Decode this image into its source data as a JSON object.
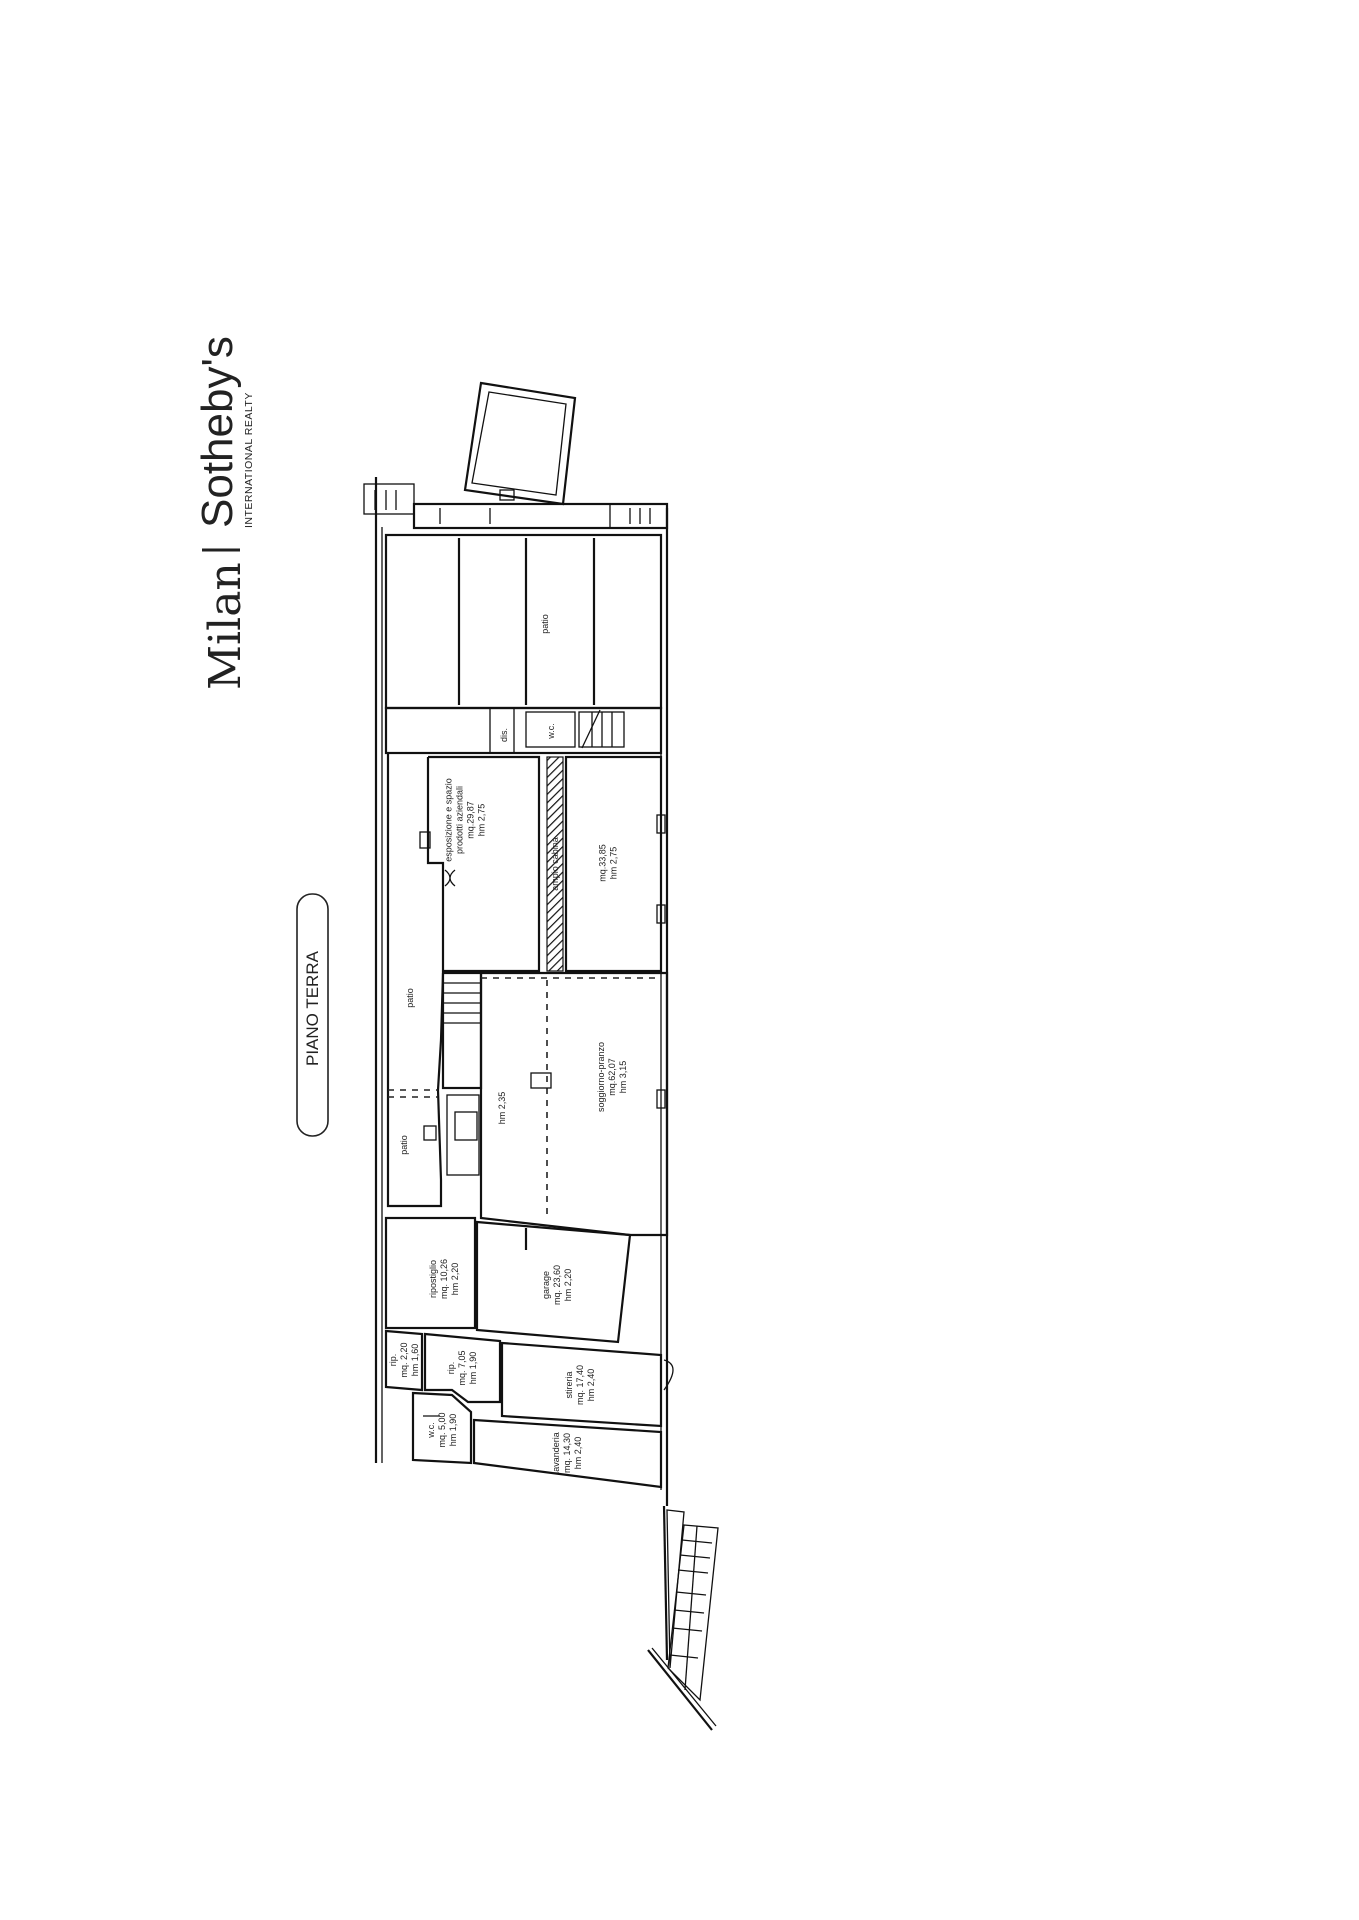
{
  "logo": {
    "city": "Milan",
    "brand": "Sotheby's",
    "tagline": "INTERNATIONAL REALTY"
  },
  "floor_title": "PIANO TERRA",
  "rooms": [
    {
      "id": "patio-top",
      "lines": [
        "patio"
      ]
    },
    {
      "id": "dis",
      "lines": [
        "dis."
      ]
    },
    {
      "id": "wc-top",
      "lines": [
        "w.c."
      ]
    },
    {
      "id": "esposizione",
      "lines": [
        "esposizione e spazio",
        "prodotti aziendali",
        "mq.29,87",
        "hm 2,75"
      ]
    },
    {
      "id": "hatched",
      "lines": [
        "ampio cabina"
      ]
    },
    {
      "id": "room-3385",
      "lines": [
        "mq.33,85",
        "hm 2,75"
      ]
    },
    {
      "id": "patio-left",
      "lines": [
        "patio"
      ]
    },
    {
      "id": "patio-left-2",
      "lines": [
        "patio"
      ]
    },
    {
      "id": "hm235",
      "lines": [
        "hm 2,35"
      ]
    },
    {
      "id": "soggiorno",
      "lines": [
        "soggiorno-pranzo",
        "mq.62,07",
        "hm 3,15"
      ]
    },
    {
      "id": "ripostiglio",
      "lines": [
        "ripostiglio",
        "mq. 10,26",
        "hm 2,20"
      ]
    },
    {
      "id": "garage",
      "lines": [
        "garage",
        "mq. 23,60",
        "hm 2,20"
      ]
    },
    {
      "id": "rip-small",
      "lines": [
        "rip.",
        "mq. 2,20",
        "hm 1,60"
      ]
    },
    {
      "id": "rip-705",
      "lines": [
        "rip.",
        "mq. 7,05",
        "hm 1,90"
      ]
    },
    {
      "id": "stireria",
      "lines": [
        "stireria",
        "mq. 17,40",
        "hm 2,40"
      ]
    },
    {
      "id": "wc-bottom",
      "lines": [
        "w.c.",
        "mq. 5,00",
        "hm 1,90"
      ]
    },
    {
      "id": "lavanderia",
      "lines": [
        "lavanderia",
        "mq. 14,30",
        "hm 2,40"
      ]
    }
  ]
}
